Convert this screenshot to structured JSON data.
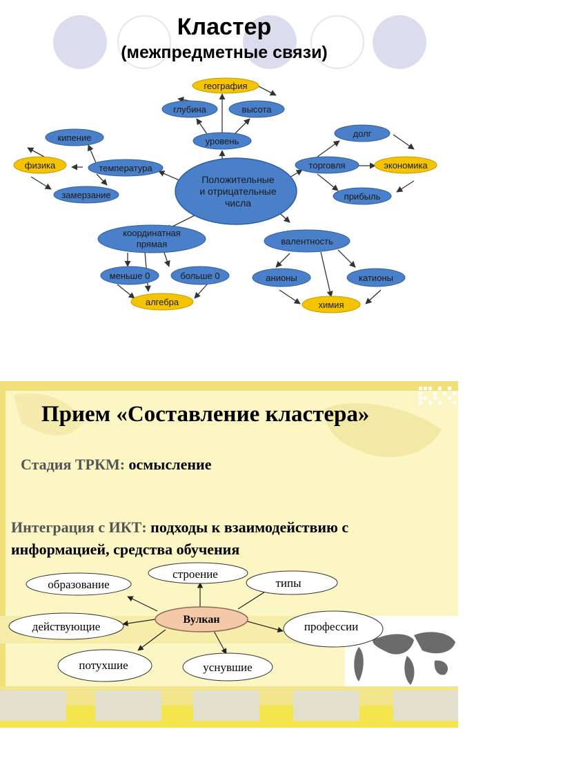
{
  "page_title": {
    "line1": "Кластер",
    "line2": "(межпредметные связи)"
  },
  "cluster1": {
    "center": [
      "Положительные",
      "и отрицательные",
      "числа"
    ],
    "nodes": {
      "geografiya": "география",
      "glubina": "глубина",
      "vysota": "высота",
      "uroven": "уровень",
      "kipenie": "кипение",
      "fizika": "физика",
      "temperatura": "температура",
      "zamerzanie": "замерзание",
      "dolg": "долг",
      "torgovlya": "торговля",
      "ekonomika": "экономика",
      "pribyl": "прибыль",
      "koord1": "координатная",
      "koord2": "прямая",
      "menshe": "меньше 0",
      "bolshe": "больше 0",
      "algebra": "алгебра",
      "valentnost": "валентность",
      "aniony": "анионы",
      "kationy": "катионы",
      "himiya": "химия"
    },
    "colors": {
      "blue": "#4a7fc9",
      "blue_stroke": "#2f5e9e",
      "yellow": "#f5c400",
      "yellow_stroke": "#c99a00"
    }
  },
  "slide": {
    "title": "Прием «Составление кластера»",
    "stage_label": "Стадия ТРКМ:",
    "stage_value": " осмысление",
    "integration_label": "Интеграция с ИКТ:",
    "integration_value": " подходы к взаимодействию с информацией, средства обучения",
    "center": "Вулкан",
    "nodes": {
      "stroenie": "строение",
      "obrazovanie": "образование",
      "tipy": "типы",
      "deystvuyushchie": "действующие",
      "professii": "профессии",
      "potukhshie": "потухшие",
      "usnuvshie": "уснувшие"
    },
    "colors": {
      "background": "#fbf6c4",
      "band": "#f0e25a",
      "center_fill": "#f3c9a8"
    }
  }
}
